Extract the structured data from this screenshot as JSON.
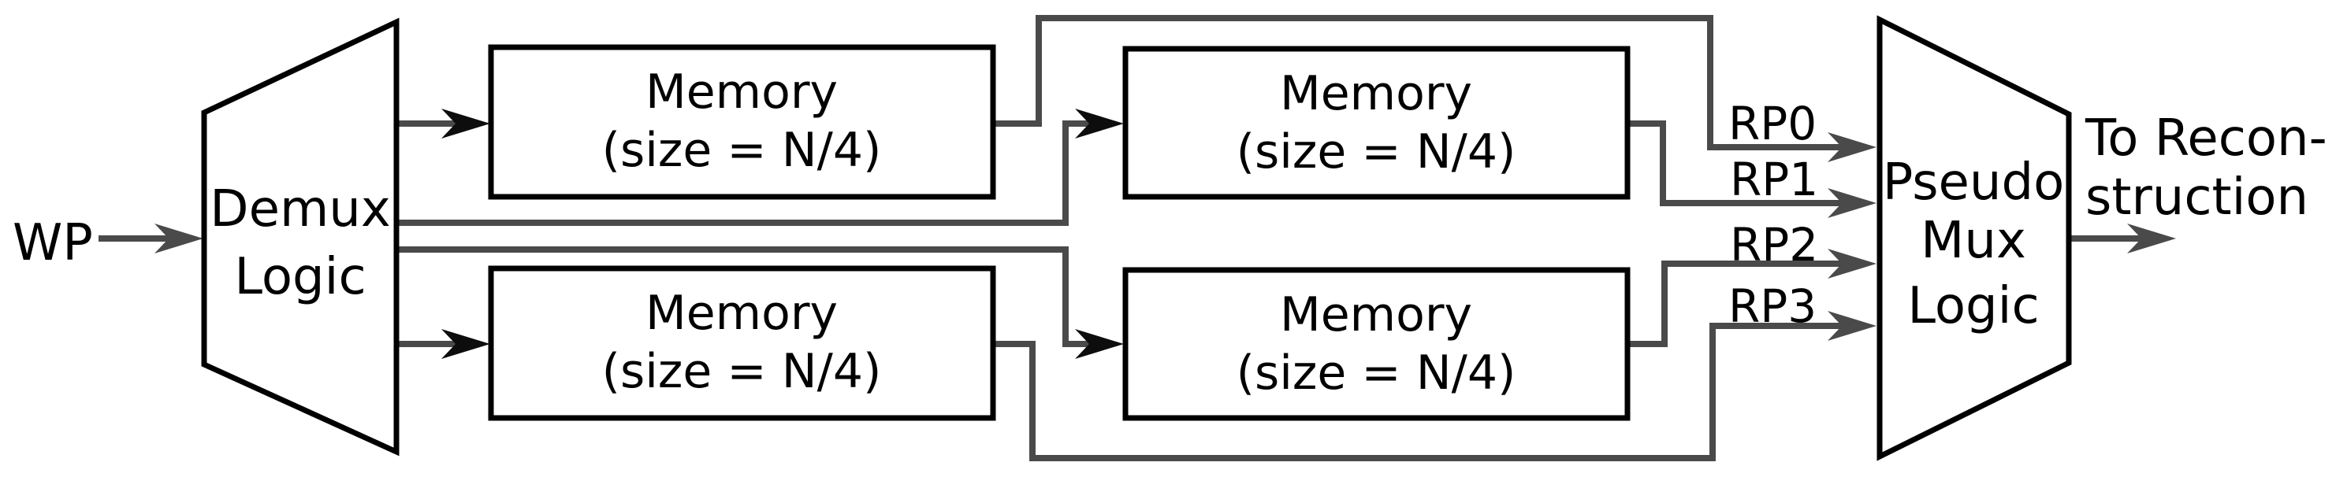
{
  "diagram": {
    "type": "block-diagram",
    "description_visible_text_only": true,
    "colors": {
      "background": "#ffffff",
      "wire": "#4a4a4a",
      "shape_stroke": "#000000",
      "memory_arrowhead": "#0d0d0d",
      "text": "#000000"
    },
    "input": {
      "label": "WP"
    },
    "demux": {
      "label_lines": [
        "Demux",
        "Logic"
      ]
    },
    "memories": [
      {
        "label_lines": [
          "Memory",
          "(size = N/4)"
        ]
      },
      {
        "label_lines": [
          "Memory",
          "(size = N/4)"
        ]
      },
      {
        "label_lines": [
          "Memory",
          "(size = N/4)"
        ]
      },
      {
        "label_lines": [
          "Memory",
          "(size = N/4)"
        ]
      }
    ],
    "read_ports": [
      {
        "label": "RP0"
      },
      {
        "label": "RP1"
      },
      {
        "label": "RP2"
      },
      {
        "label": "RP3"
      }
    ],
    "mux": {
      "label_lines": [
        "Pseudo",
        "Mux",
        "Logic"
      ]
    },
    "output": {
      "label_lines": [
        "To Recon-",
        "struction"
      ]
    }
  }
}
